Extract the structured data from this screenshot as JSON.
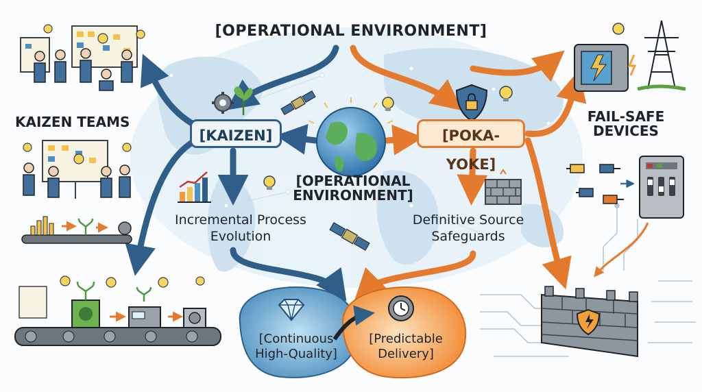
{
  "title": "[OPERATIONAL ENVIRONMENT]",
  "center_label": {
    "line1": "[OPERATIONAL",
    "line2": "ENVIRONMENT]"
  },
  "kaizen": {
    "box_label": "[KAIZEN]",
    "teams_label": "KAIZEN TEAMS",
    "outcome_line1": "Incremental Process",
    "outcome_line2": "Evolution"
  },
  "poka_yoke": {
    "box_label": "[POKA-YOKE]",
    "devices_line1": "FAIL-SAFE",
    "devices_line2": "DEVICES",
    "outcome_line1": "Definitive Source",
    "outcome_line2": "Safeguards"
  },
  "results": {
    "quality_line1": "[Continuous",
    "quality_line2": "High-Quality]",
    "delivery_line1": "[Predictable",
    "delivery_line2": "Delivery]"
  },
  "colors": {
    "kaizen_blue": "#2f5f88",
    "poka_orange": "#e47a2e",
    "ink": "#1f2328",
    "map_blue": "#a8cde2"
  },
  "icons": [
    "gear-icon",
    "plant-icon",
    "satellite-icon",
    "globe-icon",
    "lightbulb-icon",
    "shield-lock-icon",
    "bar-chart-icon",
    "brick-wall-icon",
    "diamond-icon",
    "clock-gear-icon",
    "electrical-cabinet-icon",
    "power-tower-icon",
    "plug-connector-icon",
    "switch-panel-icon",
    "firewall-shield-icon",
    "conveyor-belt-icon",
    "people-team-icon",
    "whiteboard-icon",
    "circuit-lines-icon"
  ]
}
